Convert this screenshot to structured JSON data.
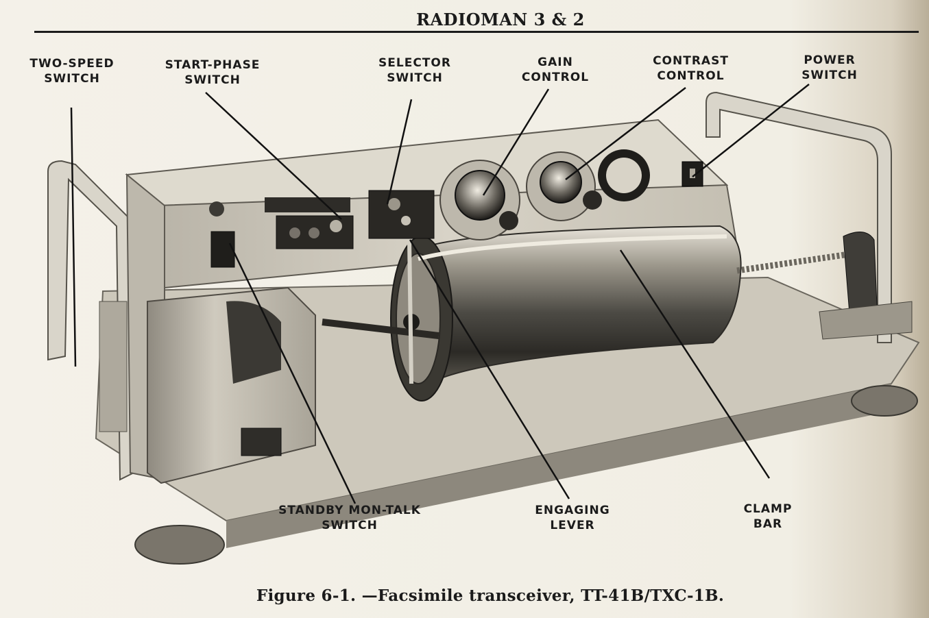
{
  "header": {
    "running_head": "RADIOMAN 3 & 2"
  },
  "callouts": {
    "two_speed_switch": {
      "line1": "TWO-SPEED",
      "line2": "SWITCH"
    },
    "start_phase_switch": {
      "line1": "START-PHASE",
      "line2": "SWITCH"
    },
    "selector_switch": {
      "line1": "SELECTOR",
      "line2": "SWITCH"
    },
    "gain_control": {
      "line1": "GAIN",
      "line2": "CONTROL"
    },
    "contrast_control": {
      "line1": "CONTRAST",
      "line2": "CONTROL"
    },
    "power_switch": {
      "line1": "POWER",
      "line2": "SWITCH"
    },
    "standby_mon_talk_switch": {
      "line1": "STANDBY MON-TALK",
      "line2": "SWITCH"
    },
    "engaging_lever": {
      "line1": "ENGAGING",
      "line2": "LEVER"
    },
    "clamp_bar": {
      "line1": "CLAMP",
      "line2": "BAR"
    }
  },
  "caption": {
    "text": "Figure 6-1. —Facsimile transceiver, TT-41B/TXC-1B."
  },
  "colors": {
    "paper": "#f2efe6",
    "ink": "#1b1b1b",
    "metal_light": "#d4cfc2",
    "metal_dark": "#3a3832"
  }
}
